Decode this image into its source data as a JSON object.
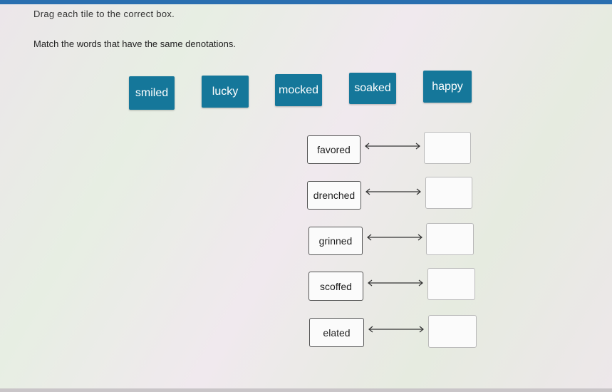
{
  "header": {
    "instruction": "Drag each tile to the correct box.",
    "prompt": "Match the words that have the same denotations."
  },
  "tiles": [
    "smiled",
    "lucky",
    "mocked",
    "soaked",
    "happy"
  ],
  "pairs": [
    {
      "word": "favored",
      "answer": ""
    },
    {
      "word": "drenched",
      "answer": ""
    },
    {
      "word": "grinned",
      "answer": ""
    },
    {
      "word": "scoffed",
      "answer": ""
    },
    {
      "word": "elated",
      "answer": ""
    }
  ],
  "colors": {
    "tile_bg": "#15779a",
    "tile_text": "#ffffff",
    "accent_bar": "#2a6fb0"
  },
  "icons": {
    "connector": "double-arrow-icon"
  }
}
